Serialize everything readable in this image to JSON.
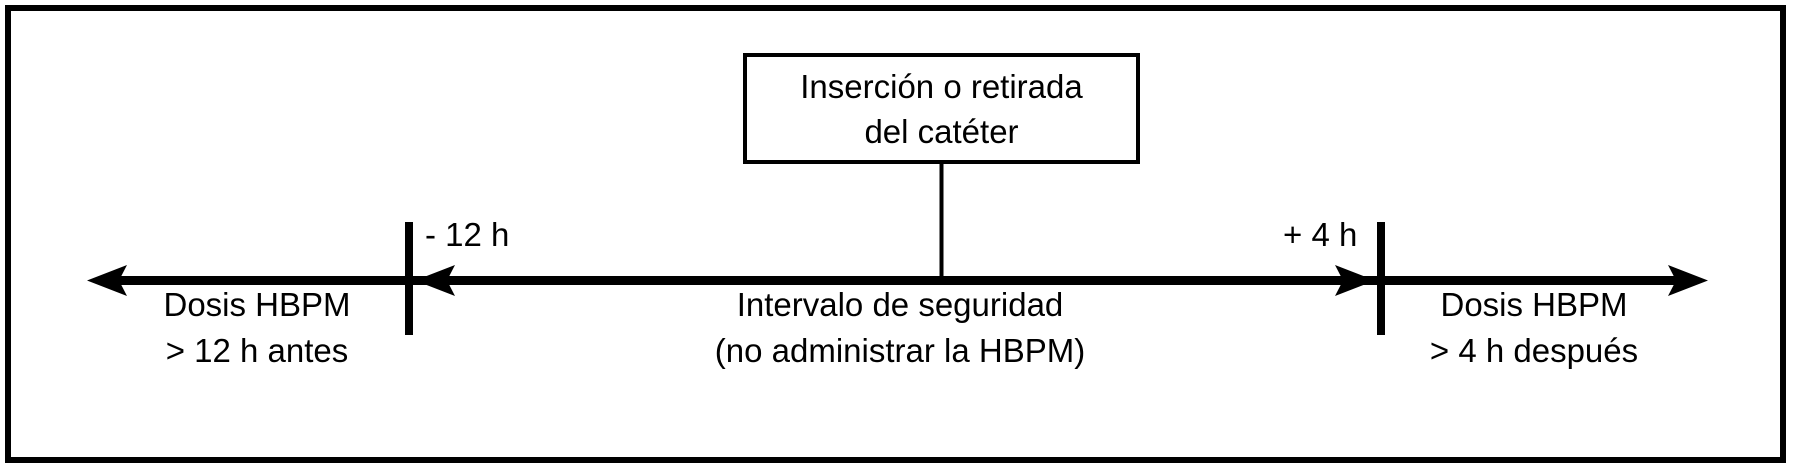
{
  "figure": {
    "event_box": {
      "line1": "Inserción o retirada",
      "line2": "del catéter"
    },
    "timeline": {
      "minus_tick_label": "- 12 h",
      "plus_tick_label": "+ 4 h",
      "before_zone": {
        "line1": "Dosis HBPM",
        "line2": "> 12 h antes"
      },
      "interval_zone": {
        "line1": "Intervalo de seguridad",
        "line2": "(no administrar la HBPM)"
      },
      "after_zone": {
        "line1": "Dosis HBPM",
        "line2": "> 4 h después"
      }
    },
    "colors": {
      "ink": "#000000",
      "background": "#ffffff"
    }
  }
}
